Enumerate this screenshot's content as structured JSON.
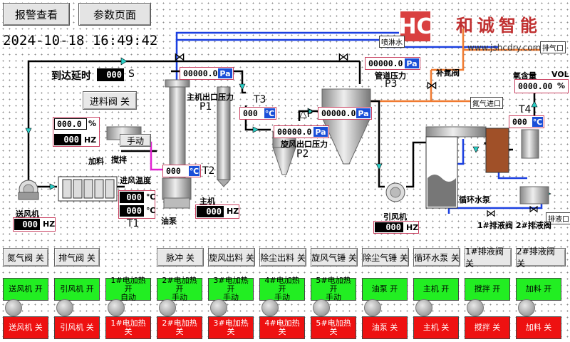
{
  "nav": {
    "alarm_view": "报警查看",
    "param_page": "参数页面"
  },
  "datetime": "2024-10-18  16:49:42",
  "logo": {
    "brand": "和诚智能",
    "url": "www.jshcdry.com"
  },
  "delay": {
    "label": "到达延时",
    "value": "000",
    "unit": "S"
  },
  "feed_valve_btn": "进料阀 关",
  "feed": {
    "percent_value": "000.0",
    "percent_unit": "%",
    "hz_value": "000",
    "hz_unit": "HZ",
    "mode_btn": "手动",
    "add_label": "加料",
    "stir_label": "搅拌"
  },
  "blower": {
    "label": "送风机",
    "hz_value": "000",
    "hz_unit": "HZ"
  },
  "t1": {
    "label": "T1",
    "inlet_label": "进风温度",
    "temp_value": "000",
    "temp_unit": "℃",
    "hz_value": "000",
    "hz_unit": "℃"
  },
  "t2": {
    "label": "T2",
    "value": "000",
    "unit": "℃"
  },
  "main_motor": {
    "label": "主机",
    "hz_value": "000",
    "hz_unit": "HZ",
    "oil_pump": "油泵"
  },
  "p1": {
    "label": "P1",
    "desc": "主机出口压力",
    "value": "00000.0",
    "unit": "Pa"
  },
  "t3": {
    "label": "T3",
    "value": "000",
    "unit": "℃"
  },
  "p2": {
    "label": "P2",
    "desc": "旋风出口压力",
    "value": "00000.0",
    "unit": "Pa"
  },
  "dp": {
    "label": "△P",
    "value": "00000.0",
    "unit": "Pa"
  },
  "p3": {
    "label": "P3",
    "desc": "管道压力",
    "value": "00000.0",
    "unit": "Pa"
  },
  "tags": {
    "spray_water": "喷淋水",
    "exhaust_port": "排气口",
    "nitrogen_inlet": "氮气进口",
    "drain_port": "排液口"
  },
  "nitrogen_valve_label": "补氮阀",
  "oxygen": {
    "label": "氧含量",
    "vol": "VOL",
    "value": "0000.00",
    "unit": "%"
  },
  "t4": {
    "label": "T4",
    "value": "000",
    "unit": "℃"
  },
  "induced_fan": {
    "label": "引风机",
    "hz_value": "000",
    "hz_unit": "HZ"
  },
  "circ_pump_label": "循环水泵",
  "drain_valve1_label": "1#排液阀",
  "drain_valve2_label": "2#排液阀",
  "valve_buttons": [
    "氮气阀 关",
    "排气阀 关"
  ],
  "status_buttons": [
    "脉冲 关",
    "旋风出料 关",
    "除尘出料 关",
    "旋风气锤 关",
    "除尘气锤 关",
    "循环水泵 关",
    "1#排液阀 关",
    "2#排液阀 关"
  ],
  "start_buttons": [
    [
      "送风机 开"
    ],
    [
      "引风机 开"
    ],
    [
      "1#电加热 开",
      "自动"
    ],
    [
      "2#电加热 开",
      "手动"
    ],
    [
      "3#电加热 开",
      "手动"
    ],
    [
      "4#电加热 开",
      "手动"
    ],
    [
      "5#电加热 开",
      "手动"
    ],
    [
      "油泵 开"
    ],
    [
      "主机 开"
    ],
    [
      "搅拌 开"
    ],
    [
      "加料 开"
    ]
  ],
  "stop_buttons": [
    "送风机 关",
    "引风机 关",
    "1#电加热 关",
    "2#电加热 关",
    "3#电加热 关",
    "4#电加热 关",
    "5#电加热 关",
    "油泵 关",
    "主机 关",
    "搅拌 关",
    "加料 关"
  ],
  "colors": {
    "pipe_black": "#000000",
    "pipe_blue": "#1a3fe0",
    "pipe_orange": "#f07a30",
    "pipe_magenta": "#e020d0",
    "green_on": "#22ee22",
    "red_off": "#ee1111",
    "unit_blue": "#1a4fd8"
  }
}
